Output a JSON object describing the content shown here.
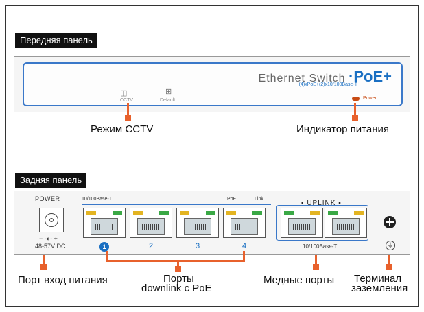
{
  "front": {
    "section_label": "Передняя панель",
    "brand_name": "Ethernet Switch",
    "brand_model": "PoE+",
    "brand_sub": "(4)xPoE+(2)x10/100Base-T",
    "icons": {
      "cctv": "cctv-switch-icon",
      "default": "network-icon"
    },
    "cctv_label": "CCTV",
    "default_label": "Default",
    "power_label": "Power",
    "colors": {
      "accent": "#1a6fc2",
      "callout": "#e8612c",
      "led": "#c84c14"
    }
  },
  "callouts": {
    "cctv_mode": "Режим CCTV",
    "power_indicator": "Индикатор питания",
    "power_port": "Порт вход питания",
    "downlink_line1": "Порты",
    "downlink_line2": "downlink с PoE",
    "copper_ports": "Медные порты",
    "ground_line1": "Терминал",
    "ground_line2": "заземления"
  },
  "back": {
    "section_label": "Задняя панель",
    "power_label": "POWER",
    "polarity": "− -◐- +",
    "voltage": "48-57V DC",
    "speed_header": "10/100Base-T",
    "poe_header": "PoE",
    "link_header": "Link",
    "port_numbers": [
      "1",
      "2",
      "3",
      "4"
    ],
    "uplink_label": "▪ UPLINK ▪",
    "uplink_speed": "10/100Base-T",
    "ground_symbol": "⏚"
  }
}
